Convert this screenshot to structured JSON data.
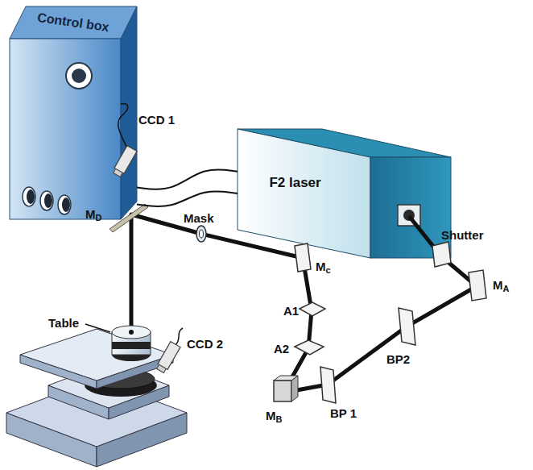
{
  "diagram": {
    "nodes": [
      {
        "text": [
          "Control box"
        ]
      },
      {
        "text": [
          "F2 laser"
        ]
      }
    ],
    "edges": [
      {
        "from": 0,
        "to": 1,
        "arrow": "none"
      },
      {
        "from": 0,
        "to": 1,
        "arrow": "none"
      }
    ],
    "labels": [
      "CCD 1",
      "MD",
      "Mask",
      "Shutter",
      "MA",
      "Mc",
      "A1",
      "A2",
      "MB",
      "BP 1",
      "BP2",
      "Table",
      "CCD 2"
    ]
  }
}
